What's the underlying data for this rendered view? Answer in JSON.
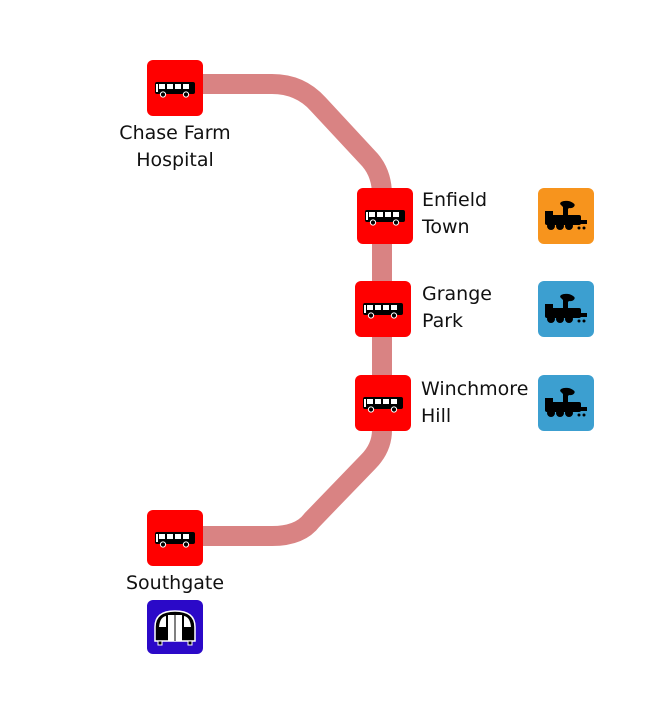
{
  "map": {
    "route_color": "#d98383",
    "stations": [
      {
        "id": "chase-farm",
        "name_lines": [
          "Chase Farm",
          "Hospital"
        ],
        "mode": "bus",
        "connections": []
      },
      {
        "id": "enfield-town",
        "name_lines": [
          "Enfield",
          "Town"
        ],
        "mode": "bus",
        "connections": [
          {
            "type": "train",
            "color": "#f7941d"
          }
        ]
      },
      {
        "id": "grange-park",
        "name_lines": [
          "Grange",
          "Park"
        ],
        "mode": "bus",
        "connections": [
          {
            "type": "train",
            "color": "#3c9fd0"
          }
        ]
      },
      {
        "id": "winchmore-hill",
        "name_lines": [
          "Winchmore",
          "Hill"
        ],
        "mode": "bus",
        "connections": [
          {
            "type": "train",
            "color": "#3c9fd0"
          }
        ]
      },
      {
        "id": "southgate",
        "name_lines": [
          "Southgate"
        ],
        "mode": "bus",
        "connections": [
          {
            "type": "underground",
            "color": "#2b09c8"
          }
        ]
      }
    ],
    "colors": {
      "bus": "#ff0000",
      "overground_train": "#f7941d",
      "national_rail": "#3c9fd0",
      "underground": "#2b09c8"
    }
  }
}
